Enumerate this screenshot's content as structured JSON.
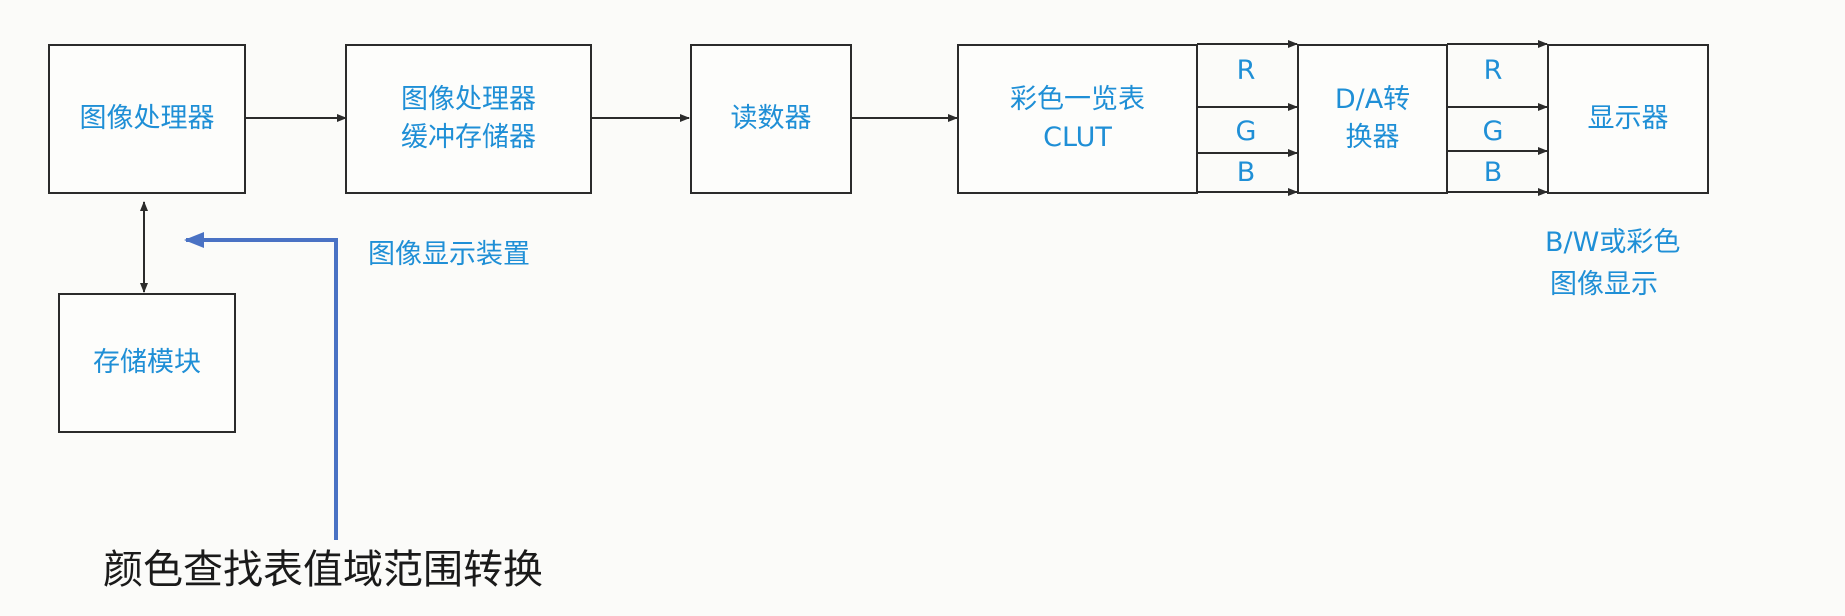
{
  "blocks": {
    "image_processor": "图像处理器",
    "buffer_line1": "图像处理器",
    "buffer_line2": "缓冲存储器",
    "reader": "读数器",
    "clut_line1": "彩色一览表",
    "clut_line2": "CLUT",
    "dac_line1": "D/A转",
    "dac_line2": "换器",
    "display": "显示器",
    "storage": "存储模块"
  },
  "signals": [
    "R",
    "G",
    "B"
  ],
  "labels": {
    "display_device": "图像显示装置",
    "output_line1": "B/W或彩色",
    "output_line2": "图像显示"
  },
  "annotation": "颜色查找表值域范围转换",
  "colors": {
    "text_blue": "#1f8fd6",
    "line": "#2b2b2b",
    "annotation_arrow": "#4a72c4"
  }
}
